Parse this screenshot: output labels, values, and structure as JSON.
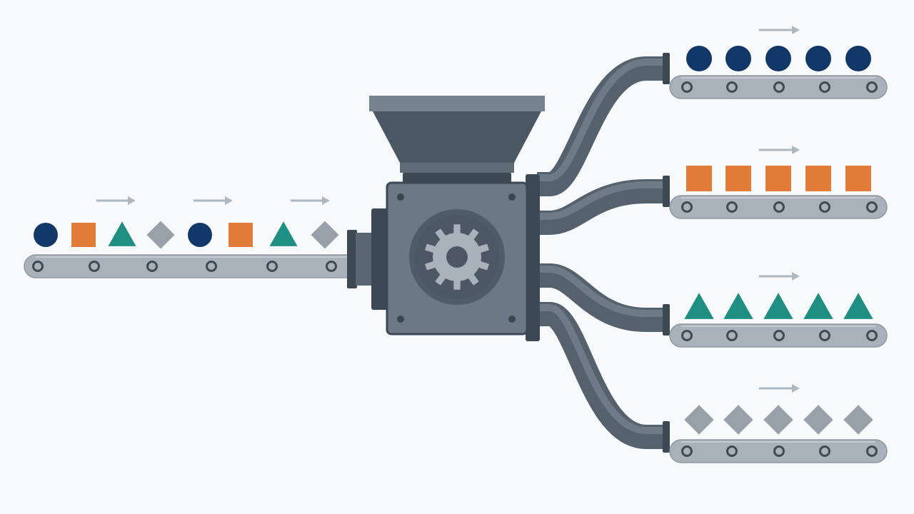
{
  "colors": {
    "background": "#f8f9fa",
    "machine_body": "#6b7885",
    "machine_dark": "#4b5864",
    "machine_border": "#3c4853",
    "pipe": "#55626e",
    "pipe_highlight": "#6e7b87",
    "belt": "#a9b2ba",
    "belt_roller": "#3e4a55",
    "arrow": "#aeb8c1",
    "circle_item": "#12386a",
    "square_item": "#e07b39",
    "triangle_item": "#1f8f84",
    "diamond_item": "#98a1aa",
    "gear": "#a9b2ba"
  },
  "input_conveyor": {
    "item_sequence": [
      "circle",
      "square",
      "triangle",
      "diamond",
      "circle",
      "square",
      "triangle",
      "diamond"
    ],
    "direction_arrows": 3,
    "direction": "right"
  },
  "machine": {
    "icon": "gear-icon",
    "has_hopper": true
  },
  "output_conveyors": [
    {
      "id": "circles",
      "item": "circle",
      "count": 5,
      "has_arrow": true
    },
    {
      "id": "squares",
      "item": "square",
      "count": 5,
      "has_arrow": true
    },
    {
      "id": "triangles",
      "item": "triangle",
      "count": 5,
      "has_arrow": true
    },
    {
      "id": "diamonds",
      "item": "diamond",
      "count": 5,
      "has_arrow": true
    }
  ]
}
